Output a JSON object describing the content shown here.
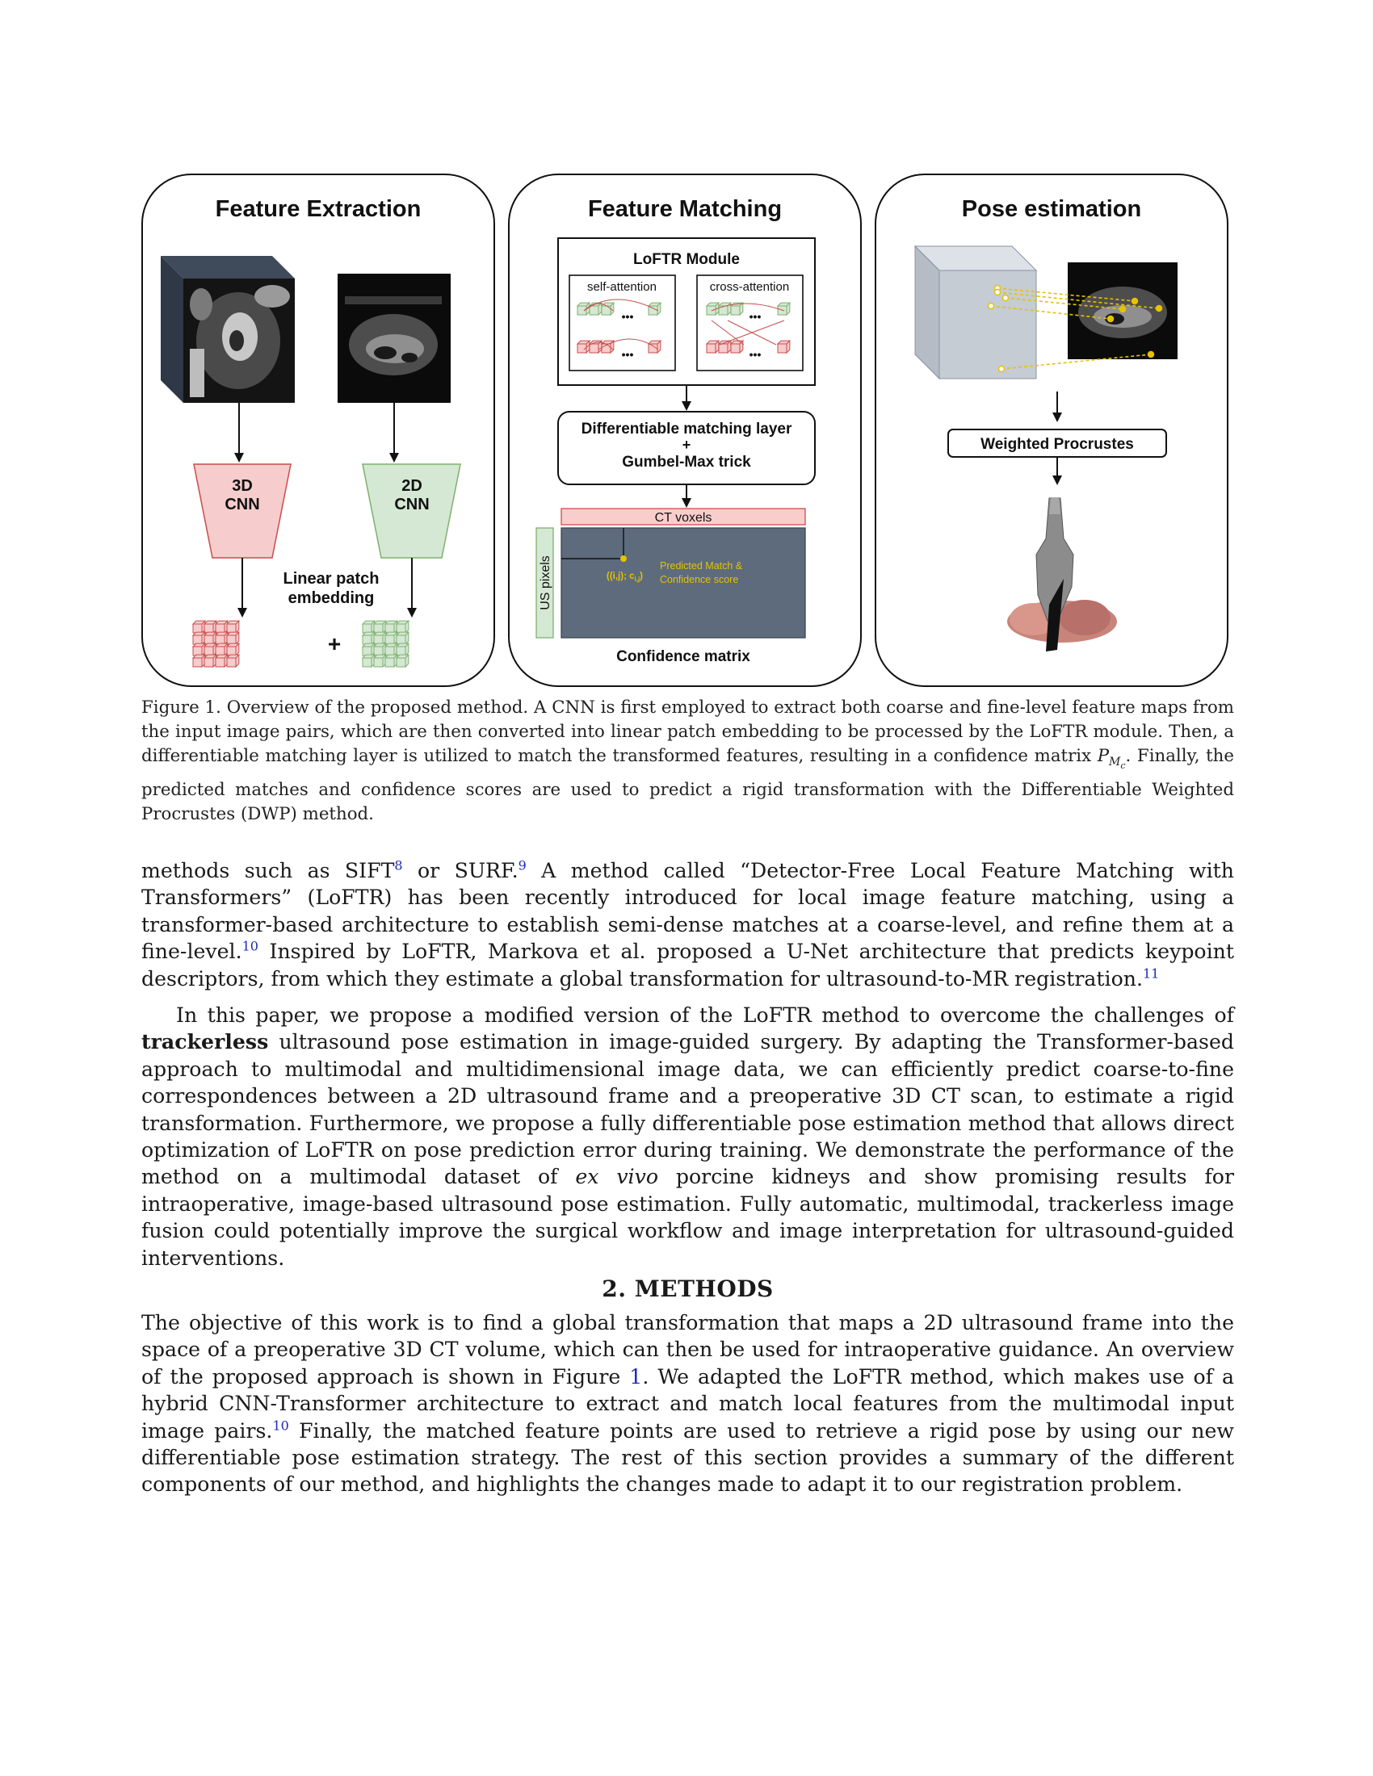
{
  "figure": {
    "panels": [
      {
        "title": "Feature Extraction"
      },
      {
        "title": "Feature Matching"
      },
      {
        "title": "Pose estimation"
      }
    ],
    "extraction": {
      "cnn3d_line1": "3D",
      "cnn3d_line2": "CNN",
      "cnn2d_line1": "2D",
      "cnn2d_line2": "CNN",
      "embedding_line1": "Linear patch",
      "embedding_line2": "embedding",
      "plus": "+"
    },
    "matching": {
      "loftr_title": "LoFTR Module",
      "self_attention": "self-attention",
      "cross_attention": "cross-attention",
      "ellipsis": "•••",
      "diff_line1": "Differentiable matching layer",
      "diff_plus": "+",
      "diff_line2": "Gumbel-Max trick",
      "ct_voxels": "CT voxels",
      "us_pixels": "US pixels",
      "match_label": "((i,j); c",
      "match_sub": "i,j",
      "match_close": ")",
      "predicted_line1": "Predicted Match &",
      "predicted_line2": "Confidence score",
      "confidence_matrix": "Confidence matrix"
    },
    "pose": {
      "weighted_procrustes": "Weighted Procrustes"
    },
    "colors": {
      "red_fill": "#f6cccc",
      "red_stroke": "#c94d4d",
      "green_fill": "#d5e8d4",
      "green_stroke": "#7eb06e",
      "matrix": "#5d6b7d",
      "ct_box": "#f8cecc",
      "match": "#e6c200",
      "cube": "#c5ccd4"
    }
  },
  "caption": {
    "label": "Figure 1.",
    "text_part1": " Overview of the proposed method. A CNN is first employed to extract both coarse and fine-level feature maps from the input image pairs, which are then converted into linear patch embedding to be processed by the LoFTR module. Then, a differentiable matching layer is utilized to match the transformed features, resulting in a confidence matrix ",
    "math_P": "P",
    "math_sub": "M",
    "math_subsub": "c",
    "text_part2": ". Finally, the predicted matches and confidence scores are used to predict a rigid transformation with the Differentiable Weighted Procrustes (DWP) method."
  },
  "paragraph1": {
    "t1": "methods such as SIFT",
    "r1": "8",
    "t2": " or SURF.",
    "r2": "9",
    "t3": " A method called “Detector-Free Local Feature Matching with Transformers” (LoFTR) has been recently introduced for local image feature matching, using a transformer-based architecture to establish semi-dense matches at a coarse-level, and refine them at a fine-level.",
    "r3": "10",
    "t4": " Inspired by LoFTR, Markova et al.  proposed a U-Net architecture that predicts keypoint descriptors, from which they estimate a global transformation for ultrasound-to-MR registration.",
    "r4": "11"
  },
  "paragraph2": {
    "t1": "In this paper, we propose a modified version of the LoFTR method to overcome the challenges of ",
    "bold": "trackerless",
    "t2": " ultrasound pose estimation in image-guided surgery. By adapting the Transformer-based approach to multimodal and multidimensional image data, we can efficiently predict coarse-to-fine correspondences between a 2D ultrasound frame and a preoperative 3D CT scan, to estimate a rigid transformation. Furthermore, we propose a fully differentiable pose estimation method that allows direct optimization of LoFTR on pose prediction error during training. We demonstrate the performance of the method on a multimodal dataset of ",
    "italic": "ex vivo",
    "t3": " porcine kidneys and show promising results for intraoperative, image-based ultrasound pose estimation. Fully automatic, multimodal, trackerless image fusion could potentially improve the surgical workflow and image interpretation for ultrasound-guided interventions."
  },
  "section": {
    "heading": "2. METHODS"
  },
  "paragraph3": {
    "t1": "The objective of this work is to find a global transformation that maps a 2D ultrasound frame into the space of a preoperative 3D CT volume, which can then be used for intraoperative guidance. An overview of the proposed approach is shown in Figure ",
    "figref": "1",
    "t2": ". We adapted the LoFTR method, which makes use of a hybrid CNN-Transformer architecture to extract and match local features from the multimodal input image pairs.",
    "r1": "10",
    "t3": " Finally, the matched feature points are used to retrieve a rigid pose by using our new differentiable pose estimation strategy. The rest of this section provides a summary of the different components of our method, and highlights the changes made to adapt it to our registration problem."
  }
}
